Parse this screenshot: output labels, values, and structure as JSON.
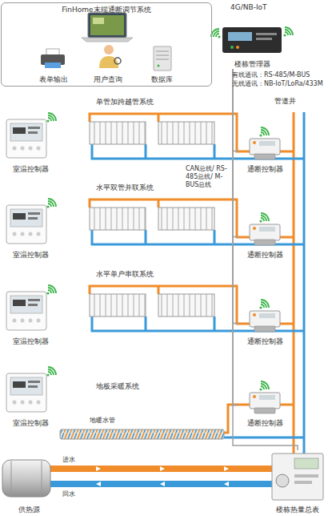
{
  "diagram": {
    "nodes": [
      {
        "text": [
          "FinHome末端通断调节系统"
        ]
      },
      {
        "text": [
          "表单输出"
        ],
        "in": 0
      },
      {
        "text": [
          "用户查询"
        ],
        "in": 0
      },
      {
        "text": [
          "数据库"
        ],
        "in": 0
      },
      {
        "text": [
          "楼栋管理器"
        ]
      },
      {
        "text": [
          "室温控制器"
        ]
      },
      {
        "text": [
          "通断控制器"
        ]
      },
      {
        "text": [
          "室温控制器"
        ]
      },
      {
        "text": [
          "通断控制器"
        ]
      },
      {
        "text": [
          "室温控制器"
        ]
      },
      {
        "text": [
          "通断控制器"
        ]
      },
      {
        "text": [
          "室温控制器"
        ]
      },
      {
        "text": [
          "通断控制器"
        ]
      },
      {
        "text": [
          "供热源"
        ]
      },
      {
        "text": [
          "楼栋热量总表"
        ]
      }
    ],
    "edges": [
      {
        "from": 4,
        "to": 6,
        "arrow": "none"
      },
      {
        "from": 4,
        "to": 8,
        "arrow": "none"
      },
      {
        "from": 4,
        "to": 10,
        "arrow": "none"
      },
      {
        "from": 4,
        "to": 12,
        "arrow": "none"
      },
      {
        "from": 4,
        "to": 14,
        "arrow": "none"
      }
    ],
    "labels": [
      "4G/NB-IoT",
      "有线通讯：RS-485/M-BUS",
      "无线通讯：NB-IoT/LoRa/433M",
      "管道井",
      "单管加跨越管系统",
      "CAN总线/ RS-485总线/ M-BUS总线",
      "水平双管并联系统",
      "水平单户串联系统",
      "地板采暖系统",
      "地暖水管",
      "进水",
      "回水"
    ]
  }
}
